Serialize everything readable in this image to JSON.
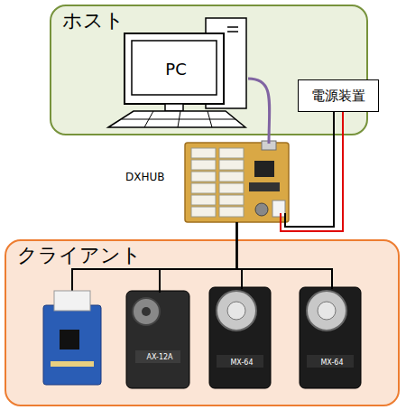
{
  "diagram": {
    "nodes": [
      {
        "text": [
          "ホスト"
        ]
      },
      {
        "text": [
          "PC"
        ],
        "in": 0
      },
      {
        "text": [
          "電源装置"
        ]
      },
      {
        "text": [
          "DXHUB"
        ]
      },
      {
        "text": [
          "クライアント"
        ]
      },
      {
        "text": [
          "AX-12A"
        ],
        "in": 4
      },
      {
        "text": [
          "MX-64"
        ],
        "in": 4
      },
      {
        "text": [
          "MX-64"
        ],
        "in": 4
      }
    ],
    "edges": [
      {
        "from": 1,
        "to": 3,
        "arrow": "none"
      },
      {
        "from": 2,
        "to": 3,
        "arrow": "none"
      },
      {
        "from": 3,
        "to": 5,
        "arrow": "none"
      },
      {
        "from": 3,
        "to": 6,
        "arrow": "none"
      },
      {
        "from": 3,
        "to": 7,
        "arrow": "none"
      }
    ]
  }
}
